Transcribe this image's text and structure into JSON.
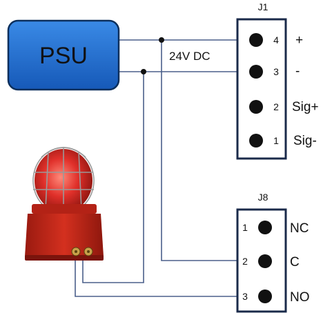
{
  "psu": {
    "label": "PSU"
  },
  "supply_label": "24V DC",
  "connectors": {
    "j1": {
      "title": "J1",
      "pins": [
        {
          "number": "4",
          "signal": "+"
        },
        {
          "number": "3",
          "signal": "-"
        },
        {
          "number": "2",
          "signal": "Sig+"
        },
        {
          "number": "1",
          "signal": "Sig-"
        }
      ]
    },
    "j8": {
      "title": "J8",
      "pins": [
        {
          "number": "1",
          "signal": "NC"
        },
        {
          "number": "2",
          "signal": "C"
        },
        {
          "number": "3",
          "signal": "NO"
        }
      ]
    }
  },
  "colors": {
    "psu_fill": "#1f6fd1",
    "psu_border": "#0b2f5c",
    "wire": "#4a5f8a",
    "connector_border": "#1a2a4a",
    "beacon_body": "#c7281a",
    "beacon_dome": "#e0302a"
  }
}
